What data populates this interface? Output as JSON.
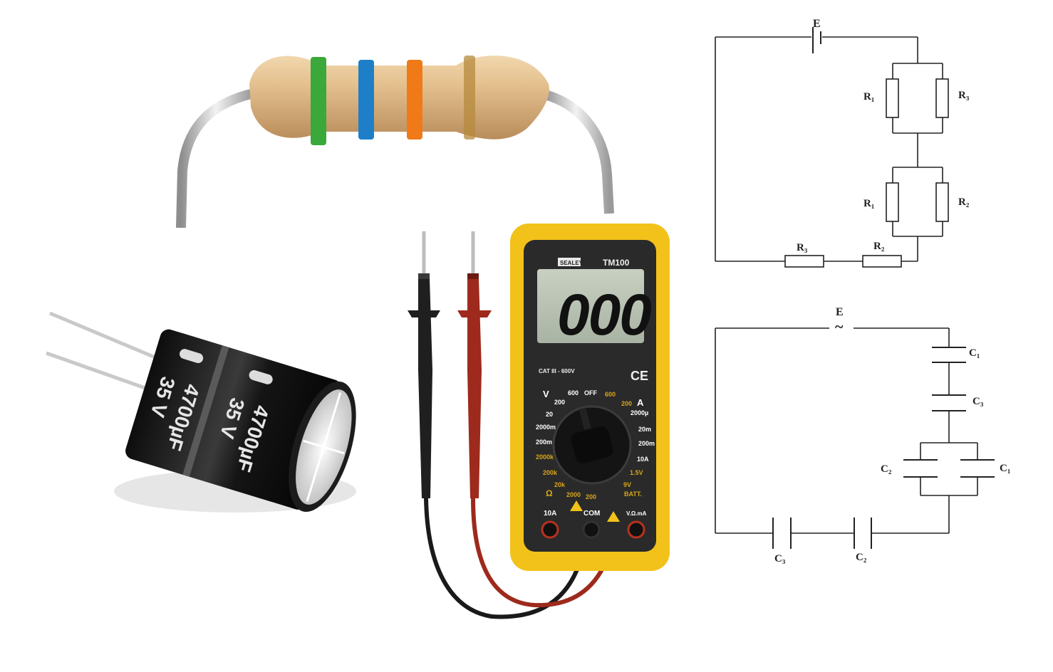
{
  "resistor": {
    "bands": [
      "#3aa83a",
      "#1e7fc8",
      "#f07a18",
      "#b58a3c"
    ]
  },
  "capacitor": {
    "capacitance_text": "4700µF",
    "voltage_text": "35 V"
  },
  "multimeter": {
    "brand": "SEALEY",
    "model": "TM100",
    "display": "000",
    "category": "CAT III - 600V",
    "ce_mark": "CE",
    "dial": {
      "v_dc": "V",
      "off": "OFF",
      "a_dc": "A",
      "d600a": "600",
      "d600b": "600",
      "d200a": "200",
      "d200b": "200",
      "d20": "20",
      "d2000u": "2000µ",
      "d2000m": "2000m",
      "d20m": "20m",
      "d200m": "200m",
      "d200m2": "200m",
      "d2000k": "2000k",
      "d10a": "10A",
      "d200k": "200k",
      "d1_5v": "1.5V",
      "d20k": "20k",
      "d9v": "9V",
      "ohm": "Ω",
      "d2000": "2000",
      "d200c": "200",
      "batt": "BATT."
    },
    "jacks": {
      "a": "10A",
      "com": "COM",
      "v": "V.Ω.mA"
    },
    "colors": {
      "body": "#f2c21a",
      "face": "#2a2a2a",
      "lcd": "#b9c2b3"
    }
  },
  "dc_circuit": {
    "source": "E",
    "r1_top": "R₁",
    "r3_top": "R₃",
    "r1_mid": "R₁",
    "r2_mid": "R₂",
    "r3_bot": "R₃",
    "r2_bot": "R₂"
  },
  "ac_circuit": {
    "source": "E",
    "source_symbol": "~",
    "c1_top": "C₁",
    "c3_top": "C₃",
    "c2_left": "C₂",
    "c1_right": "C₁",
    "c3_bot": "C₃",
    "c2_bot": "C₂"
  }
}
